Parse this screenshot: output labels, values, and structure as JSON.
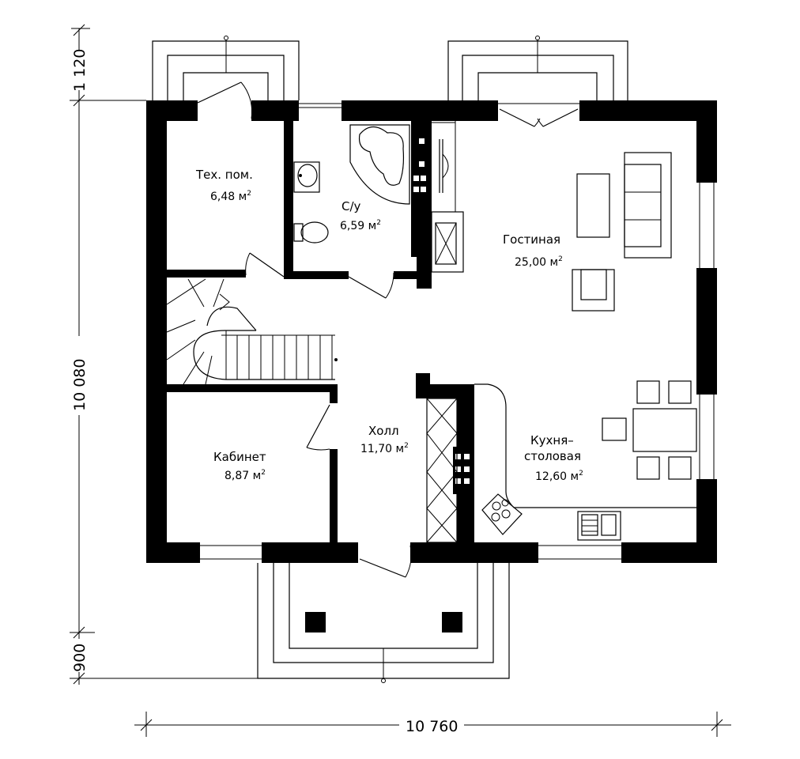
{
  "rooms": {
    "tech": {
      "name": "Тех. пом.",
      "area": "6,48 м",
      "sup": "2"
    },
    "bath": {
      "name": "С/у",
      "area": "6,59 м",
      "sup": "2"
    },
    "living": {
      "name": "Гостиная",
      "area": "25,00 м",
      "sup": "2"
    },
    "office": {
      "name": "Кабинет",
      "area": "8,87 м",
      "sup": "2"
    },
    "hall": {
      "name": "Холл",
      "area": "11,70 м",
      "sup": "2"
    },
    "kitchen": {
      "name_line1": "Кухня–",
      "name_line2": "столовая",
      "area": "12,60 м",
      "sup": "2"
    }
  },
  "dimensions": {
    "top_porch": "1 120",
    "height": "10 080",
    "bottom_porch": "900",
    "width": "10 760"
  }
}
